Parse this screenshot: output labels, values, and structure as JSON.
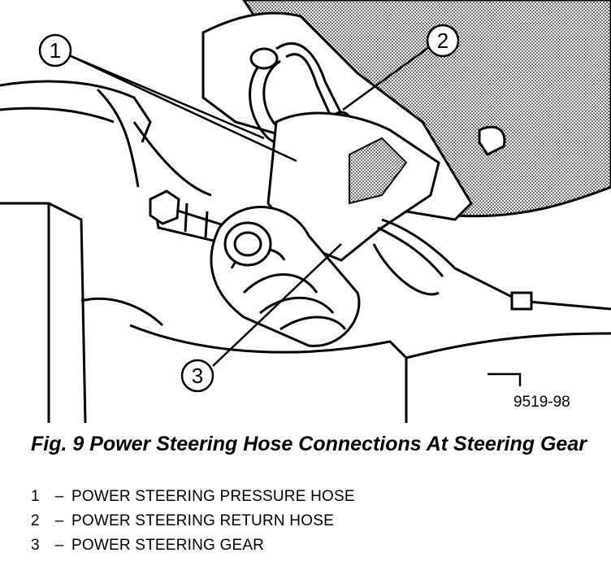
{
  "figure": {
    "callouts": [
      "1",
      "2",
      "3"
    ],
    "code": "9519-98"
  },
  "caption": "Fig. 9 Power Steering Hose Connections At Steering Gear",
  "legend": [
    {
      "num": "1",
      "dash": "–",
      "text": "POWER STEERING PRESSURE HOSE"
    },
    {
      "num": "2",
      "dash": "–",
      "text": "POWER STEERING RETURN HOSE"
    },
    {
      "num": "3",
      "dash": "–",
      "text": "POWER STEERING GEAR"
    }
  ]
}
